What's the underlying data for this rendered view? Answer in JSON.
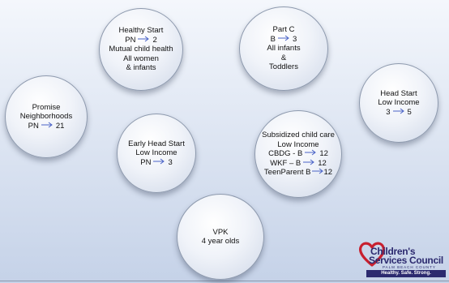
{
  "bubbles": {
    "healthy_start": {
      "title": "Healthy Start",
      "range_from": "PN",
      "range_to": "2",
      "line3": "Mutual child health",
      "line4": "All women",
      "line5": "& infants"
    },
    "part_c": {
      "title": "Part C",
      "range_from": "B",
      "range_to": "3",
      "line3": "All infants",
      "line4": "&",
      "line5": "Toddlers"
    },
    "promise": {
      "title_line1": "Promise",
      "title_line2": "Neighborhoods",
      "range_from": "PN",
      "range_to": "21"
    },
    "head_start": {
      "title": "Head Start",
      "income": "Low Income",
      "range_from": "3",
      "range_to": "5"
    },
    "early_head_start": {
      "title": "Early Head Start",
      "income": "Low Income",
      "range_from": "PN",
      "range_to": "3"
    },
    "subsidized": {
      "title": "Subsidized child care",
      "income": "Low Income",
      "rows": [
        {
          "from": "CBDG - B",
          "to": "12"
        },
        {
          "from": "WKF – B",
          "to": "12"
        },
        {
          "from": "TeenParent  B",
          "to": "12"
        }
      ]
    },
    "vpk": {
      "title": "VPK",
      "subtitle": "4 year olds"
    }
  },
  "logo": {
    "name_line1": "Children's",
    "name_line2": "Services Council",
    "county": "PALM BEACH COUNTY",
    "tagline": "Healthy. Safe. Strong.",
    "heart_color": "#c8202f",
    "brand_color": "#2c2a6f"
  },
  "icons": {
    "arrow": "right-arrow-icon",
    "logo_mark": "heart-icon"
  },
  "colors": {
    "arrow": "#4a63c7",
    "background_top": "#f4f7fc",
    "background_bottom": "#c5d2e8"
  }
}
